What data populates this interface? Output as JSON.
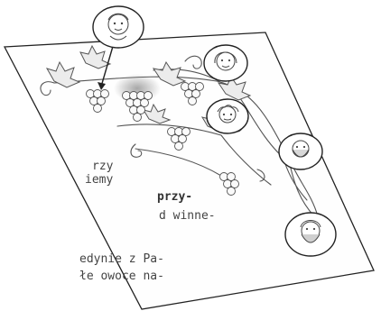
{
  "colors": {
    "background": "#ffffff",
    "sheet": "#fefefe",
    "sheet_stroke": "#222222",
    "sketch": "#555555",
    "leaf_fill": "#e9e9e9",
    "shadow": "#9a9a9a",
    "text": "#444444"
  },
  "text_fragments": [
    "rzy",
    "iemy",
    "przy-",
    "d winne-",
    "edynie z Pa-",
    "łe owoce na-"
  ],
  "icons": {
    "sheet": "paper-sheet-illustration",
    "vine": "grapevine-icon",
    "grapes": "grape-cluster-icon",
    "badges": "person-portrait-badge-icon"
  },
  "badges": [
    {
      "name": "child-boy"
    },
    {
      "name": "young-woman"
    },
    {
      "name": "woman-curly"
    },
    {
      "name": "bearded-man"
    },
    {
      "name": "bearded-man-older"
    }
  ]
}
